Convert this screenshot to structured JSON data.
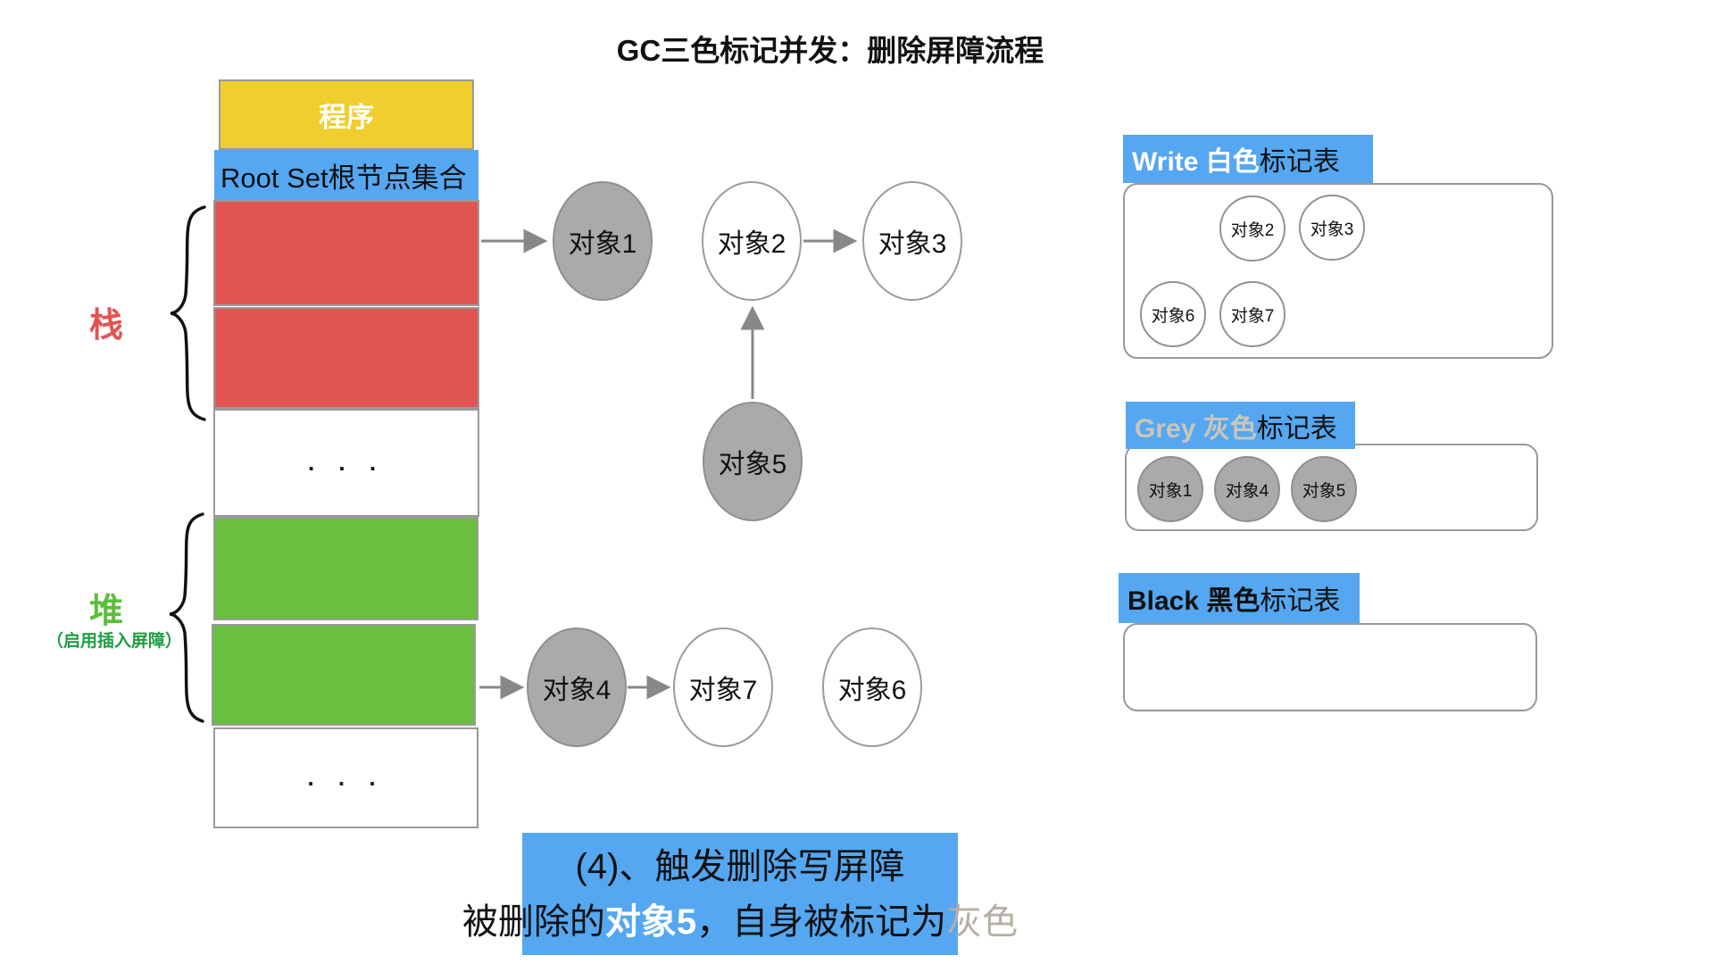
{
  "title": "GC三色标记并发：删除屏障流程",
  "memory": {
    "program": "程序",
    "root_set": "Root Set根节点集合",
    "stack_label": "栈",
    "heap_label": "堆",
    "heap_note": "（启用插入屏障）",
    "ellipsis": ". . ."
  },
  "nodes": {
    "obj1": {
      "label": "对象1",
      "color": "grey"
    },
    "obj2": {
      "label": "对象2",
      "color": "white"
    },
    "obj3": {
      "label": "对象3",
      "color": "white"
    },
    "obj4": {
      "label": "对象4",
      "color": "grey"
    },
    "obj5": {
      "label": "对象5",
      "color": "grey"
    },
    "obj6": {
      "label": "对象6",
      "color": "white"
    },
    "obj7": {
      "label": "对象7",
      "color": "white"
    }
  },
  "edges": [
    {
      "from": "root-set-stack",
      "to": "obj1"
    },
    {
      "from": "obj2",
      "to": "obj3"
    },
    {
      "from": "obj5",
      "to": "obj2"
    },
    {
      "from": "heap",
      "to": "obj4"
    },
    {
      "from": "obj4",
      "to": "obj7"
    }
  ],
  "tables": {
    "white": {
      "title_en": "Write 白色",
      "title_suffix": "标记表",
      "items": [
        "对象2",
        "对象3",
        "对象6",
        "对象7"
      ]
    },
    "grey": {
      "title_en": "Grey 灰色",
      "title_suffix": "标记表",
      "items": [
        "对象1",
        "对象4",
        "对象5"
      ]
    },
    "black": {
      "title_en": "Black 黑色",
      "title_suffix": "标记表",
      "items": []
    }
  },
  "caption": {
    "line1": "(4)、触发删除写屏障",
    "line2_pre": "被删除的",
    "line2_obj": "对象5",
    "line2_mid": "，自身被标记为",
    "line2_color": "灰色"
  },
  "colors": {
    "blue": "#54A7F0",
    "red": "#E05552",
    "green": "#6ABF40",
    "yellow": "#F0CE2D",
    "grey_node": "#A9AAA9",
    "arrow": "#888888"
  }
}
